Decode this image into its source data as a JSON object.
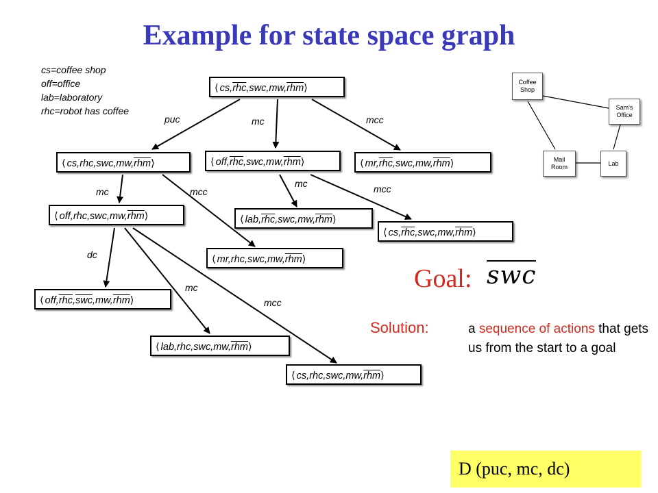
{
  "title": "Example for state space graph",
  "legend": [
    "cs=coffee shop",
    "off=office",
    "lab=laboratory",
    "rhc=robot has coffee"
  ],
  "nodes": {
    "root": [
      "cs,",
      "rhc",
      ",swc,mw,",
      "rhm"
    ],
    "n1": [
      "cs,rhc,swc,mw,",
      "rhm"
    ],
    "n2": [
      "off,",
      "rhc",
      ",swc,mw,",
      "rhm"
    ],
    "n3": [
      "mr,",
      "rhc",
      ",swc,mw,",
      "rhm"
    ],
    "n4": [
      "off,rhc,swc,mw,",
      "rhm"
    ],
    "n5": [
      "lab,",
      "rhc",
      ",swc,mw,",
      "rhm"
    ],
    "n6": [
      "cs,",
      "rhc",
      ",swc,mw,",
      "rhm"
    ],
    "n7": [
      "mr,rhc,swc,mw,",
      "rhm"
    ],
    "n8": [
      "off,",
      "rhc",
      ",",
      "swc",
      ",mw,",
      "rhm"
    ],
    "n9": [
      "lab,rhc,swc,mw,",
      "rhm"
    ],
    "n10": [
      "cs,rhc,swc,mw,",
      "rhm"
    ]
  },
  "edge_labels": {
    "puc": "puc",
    "mc1": "mc",
    "mcc1": "mcc",
    "mc2": "mc",
    "mcc2": "mcc",
    "mc3": "mc",
    "mcc3": "mcc",
    "dc": "dc",
    "mc4": "mc",
    "mcc4": "mcc"
  },
  "map": {
    "coffee_shop": "Coffee Shop",
    "sams_office": "Sam's Office",
    "mail_room": "Mail Room",
    "lab": "Lab"
  },
  "goal": {
    "label": "Goal:",
    "symbol": "swc"
  },
  "solution": {
    "label": "Solution:",
    "desc_prefix": "a ",
    "desc_highlight": "sequence of actions",
    "desc_rest": " that gets us from the start to a goal"
  },
  "answer": "D   (puc, mc, dc)",
  "colors": {
    "title": "#3a3ab8",
    "accent": "#d2291f",
    "answer_bg": "#ffff66"
  }
}
